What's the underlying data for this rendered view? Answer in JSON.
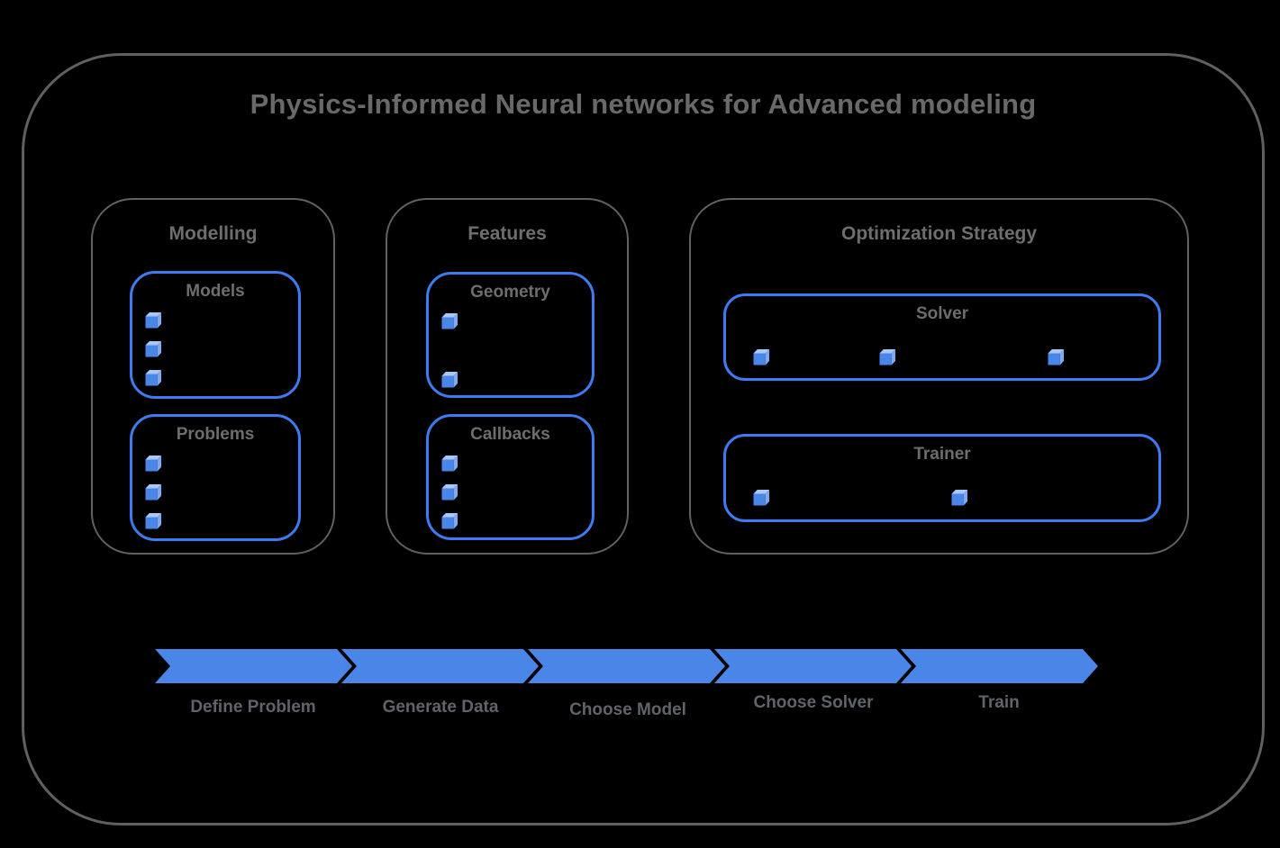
{
  "title": "Physics-Informed Neural networks for Advanced modeling",
  "groups": [
    {
      "label": "Modelling",
      "cards": [
        {
          "label": "Models",
          "bullet_count": 3
        },
        {
          "label": "Problems",
          "bullet_count": 3
        }
      ]
    },
    {
      "label": "Features",
      "cards": [
        {
          "label": "Geometry",
          "bullet_count": 2
        },
        {
          "label": "Callbacks",
          "bullet_count": 3
        }
      ]
    },
    {
      "label": "Optimization Strategy",
      "cards": [
        {
          "label": "Solver",
          "bullet_count": 3
        },
        {
          "label": "Trainer",
          "bullet_count": 2
        }
      ]
    }
  ],
  "pipeline": {
    "steps": [
      "Define Problem",
      "Generate Data",
      "Choose Model",
      "Choose Solver",
      "Train"
    ]
  },
  "icons": {
    "bullet": "cube-icon"
  },
  "colors": {
    "background": "#000000",
    "frame_border_gray": "#606060",
    "card_border_blue": "#3d7cf0",
    "arrow_blue": "#4a86e8",
    "cube_front": "#4a86e8",
    "cube_top": "#a9c7f7",
    "cube_side": "#7fa9f0",
    "text_gray": "#696969"
  }
}
